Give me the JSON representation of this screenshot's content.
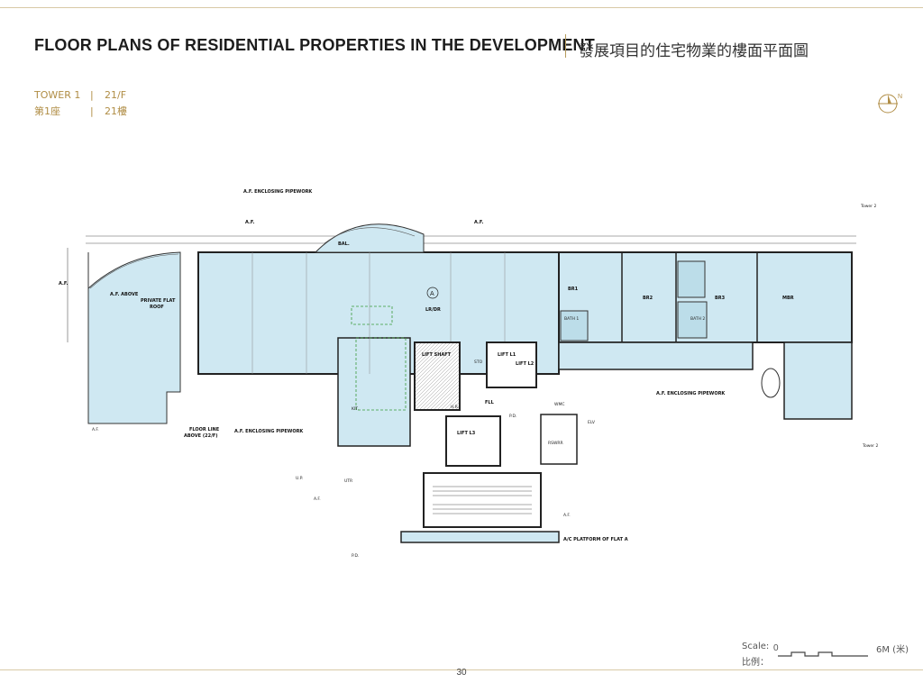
{
  "header": {
    "title_en": "FLOOR PLANS OF RESIDENTIAL PROPERTIES IN THE DEVELOPMENT",
    "title_zh": "發展項目的住宅物業的樓面平面圖"
  },
  "tower": {
    "label_en": "TOWER 1",
    "sep": "|",
    "floor_en": "21/F",
    "label_zh": "第1座",
    "floor_zh": "21樓"
  },
  "compass": {
    "north": "N"
  },
  "plan": {
    "flat": "A",
    "labels": {
      "af_enclosing_top": "A.F. ENCLOSING PIPEWORK",
      "af_top_left": "A.F.",
      "af_top_mid": "A.F.",
      "af_left": "A.F.",
      "af_above": "A.F. ABOVE",
      "private_flat_roof": "PRIVATE FLAT",
      "roof": "ROOF",
      "bal": "BAL.",
      "lr_dr": "LR/DR",
      "br1": "BR1",
      "br2": "BR2",
      "br3": "BR3",
      "mbr": "MBR",
      "bath1": "BATH 1",
      "bath2": "BATH 2",
      "lift_shaft": "LIFT SHAFT",
      "lift_l1": "LIFT L1",
      "lift_l2": "LIFT L2",
      "lift_l3": "LIFT L3",
      "sto": "STO",
      "kit": "KIT.",
      "hr": "H.R.",
      "fll": "FLL",
      "pd1": "P.D.",
      "pd2": "P.D.",
      "wmc": "WMC",
      "elv": "ELV",
      "rswrr": "RSWRR",
      "up": "U.P.",
      "utr": "UTR",
      "af_bottom_left": "A.F.",
      "floor_line": "FLOOR LINE",
      "above_22f": "ABOVE (22/F)",
      "af_enclosing_mid": "A.F. ENCLOSING PIPEWORK",
      "af_enclosing_right": "A.F. ENCLOSING PIPEWORK",
      "af_bottom": "A.F.",
      "af_right_bottom": "A.F.",
      "ac_platform": "A/C PLATFORM OF FLAT A",
      "tower2_top": "Tower 2",
      "tower2_bottom": "Tower 2"
    }
  },
  "scale": {
    "label_en": "Scale:",
    "label_zh": "比例：",
    "zero": "0",
    "max": "6M (米)"
  },
  "footer": {
    "page_number": "30"
  }
}
